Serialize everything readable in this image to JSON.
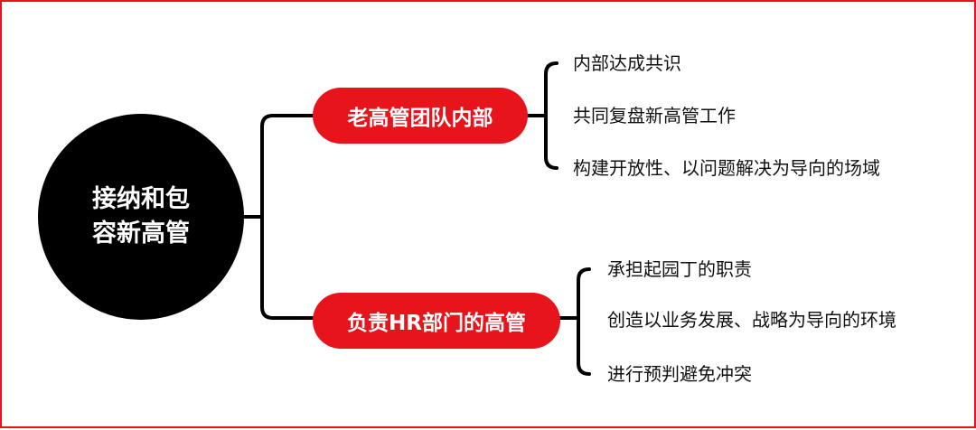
{
  "root": {
    "label": "接纳和包容新高管"
  },
  "branches": [
    {
      "label": "老高管团队内部",
      "children": [
        "内部达成共识",
        "共同复盘新高管工作",
        "构建开放性、以问题解决为导向的场域"
      ]
    },
    {
      "label": "负责HR部门的高管",
      "children": [
        "承担起园丁的职责",
        "创造以业务发展、战略为导向的环境",
        "进行预判避免冲突"
      ]
    }
  ],
  "colors": {
    "accent": "#e8141c",
    "root": "#000000",
    "line": "#000000",
    "border": "#e8141c"
  }
}
